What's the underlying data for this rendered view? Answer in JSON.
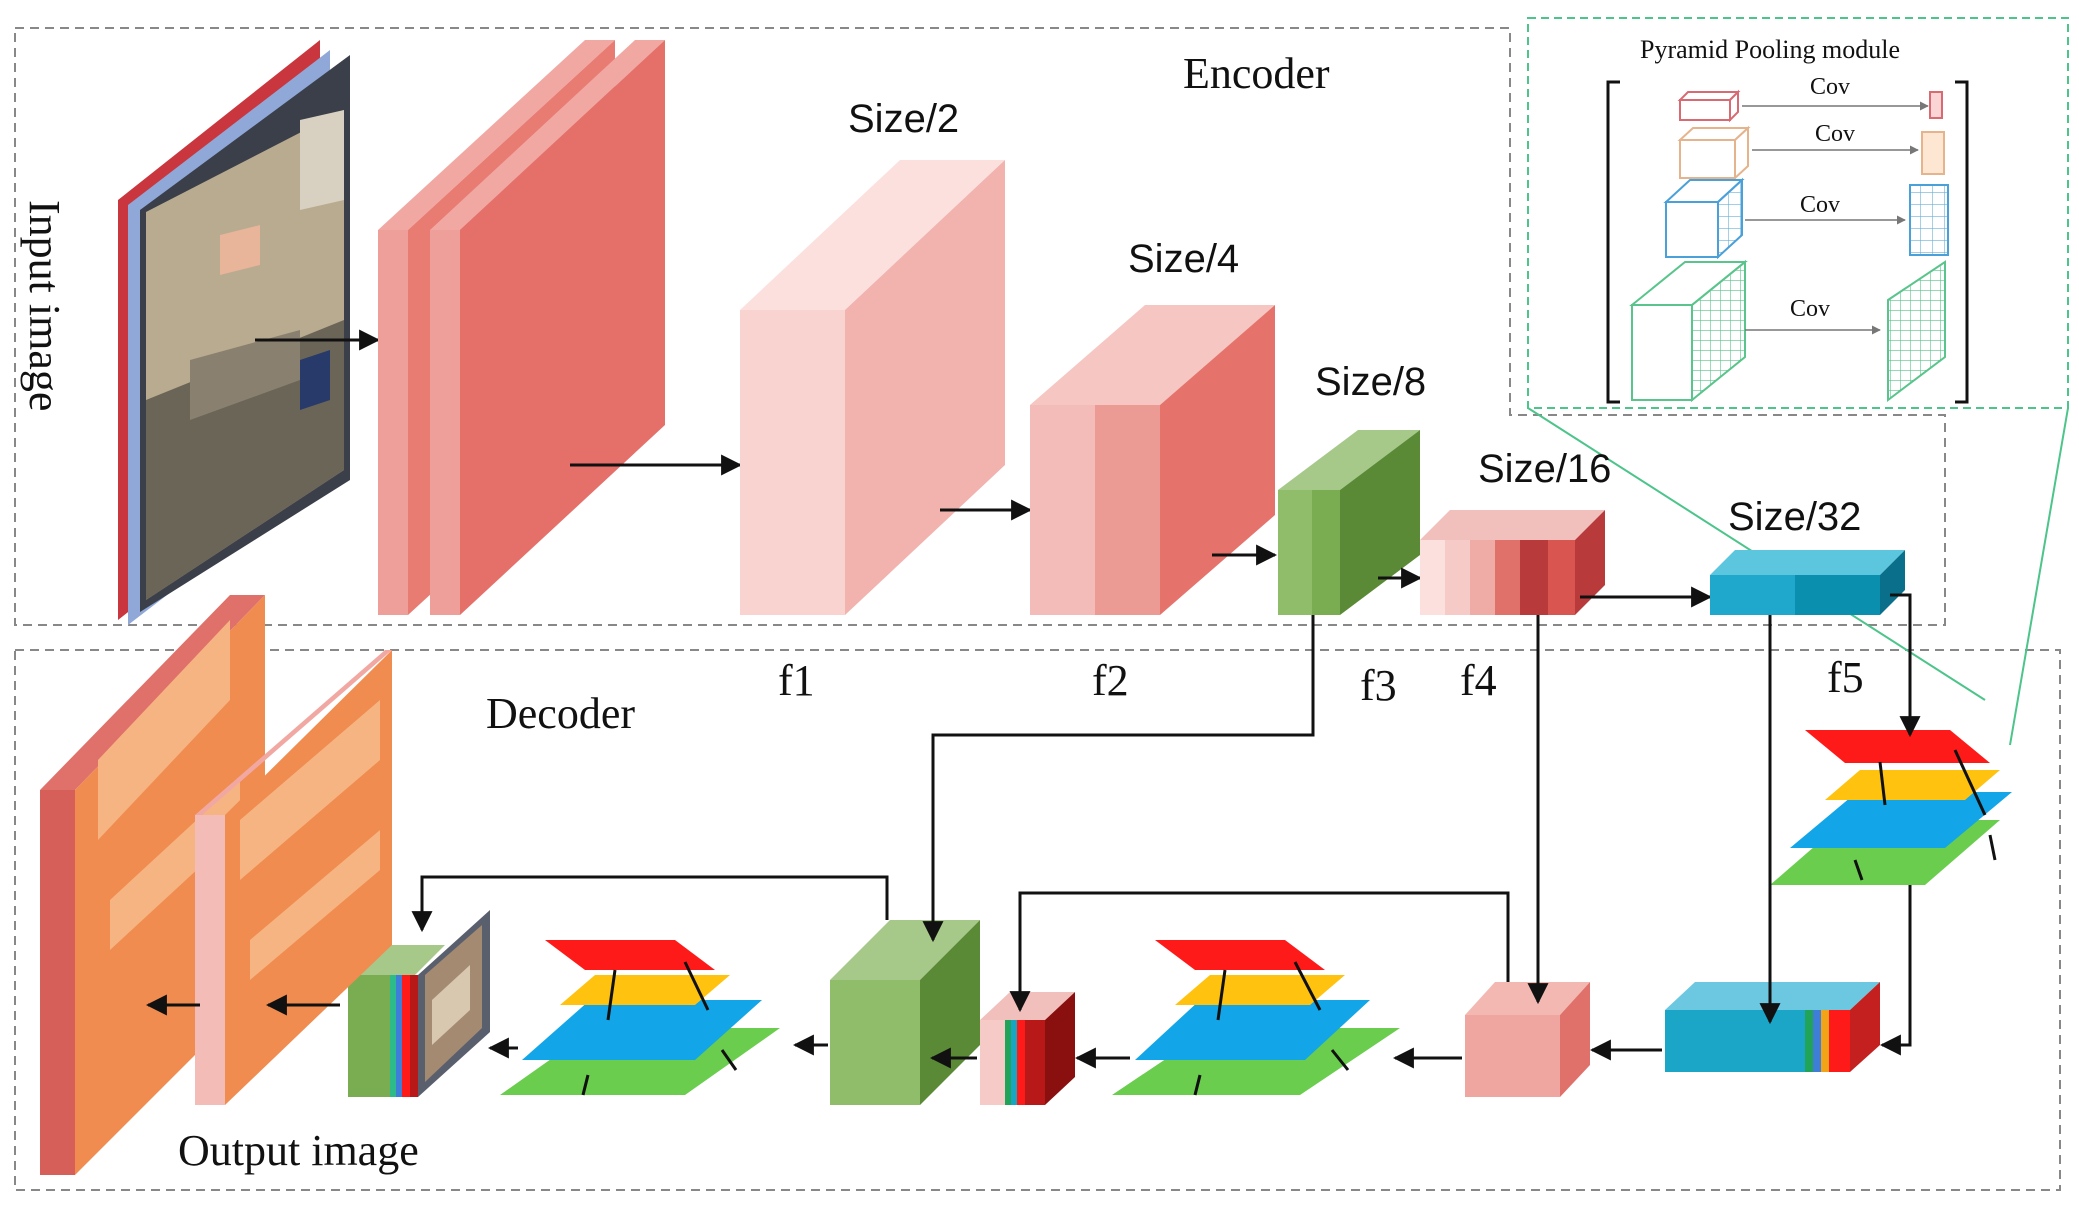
{
  "encoder": {
    "title": "Encoder",
    "sizes": [
      "Size/2",
      "Size/4",
      "Size/8",
      "Size/16",
      "Size/32"
    ],
    "features": [
      "f1",
      "f2",
      "f3",
      "f4",
      "f5"
    ]
  },
  "decoder": {
    "title": "Decoder"
  },
  "input_label": "Input image",
  "output_label": "Output image",
  "ppm": {
    "title": "Pyramid Pooling module",
    "ops": [
      "Cov",
      "Cov",
      "Cov",
      "Cov"
    ]
  },
  "colors": {
    "salmon": "#e8756b",
    "pink_light": "#f4c2be",
    "green": "#6a9a3f",
    "teal": "#17a6c2",
    "red": "#ff1a1a",
    "yellow": "#ffc20e",
    "blue": "#12a5e8",
    "lime": "#6acd4e",
    "orange": "#f08c50"
  }
}
